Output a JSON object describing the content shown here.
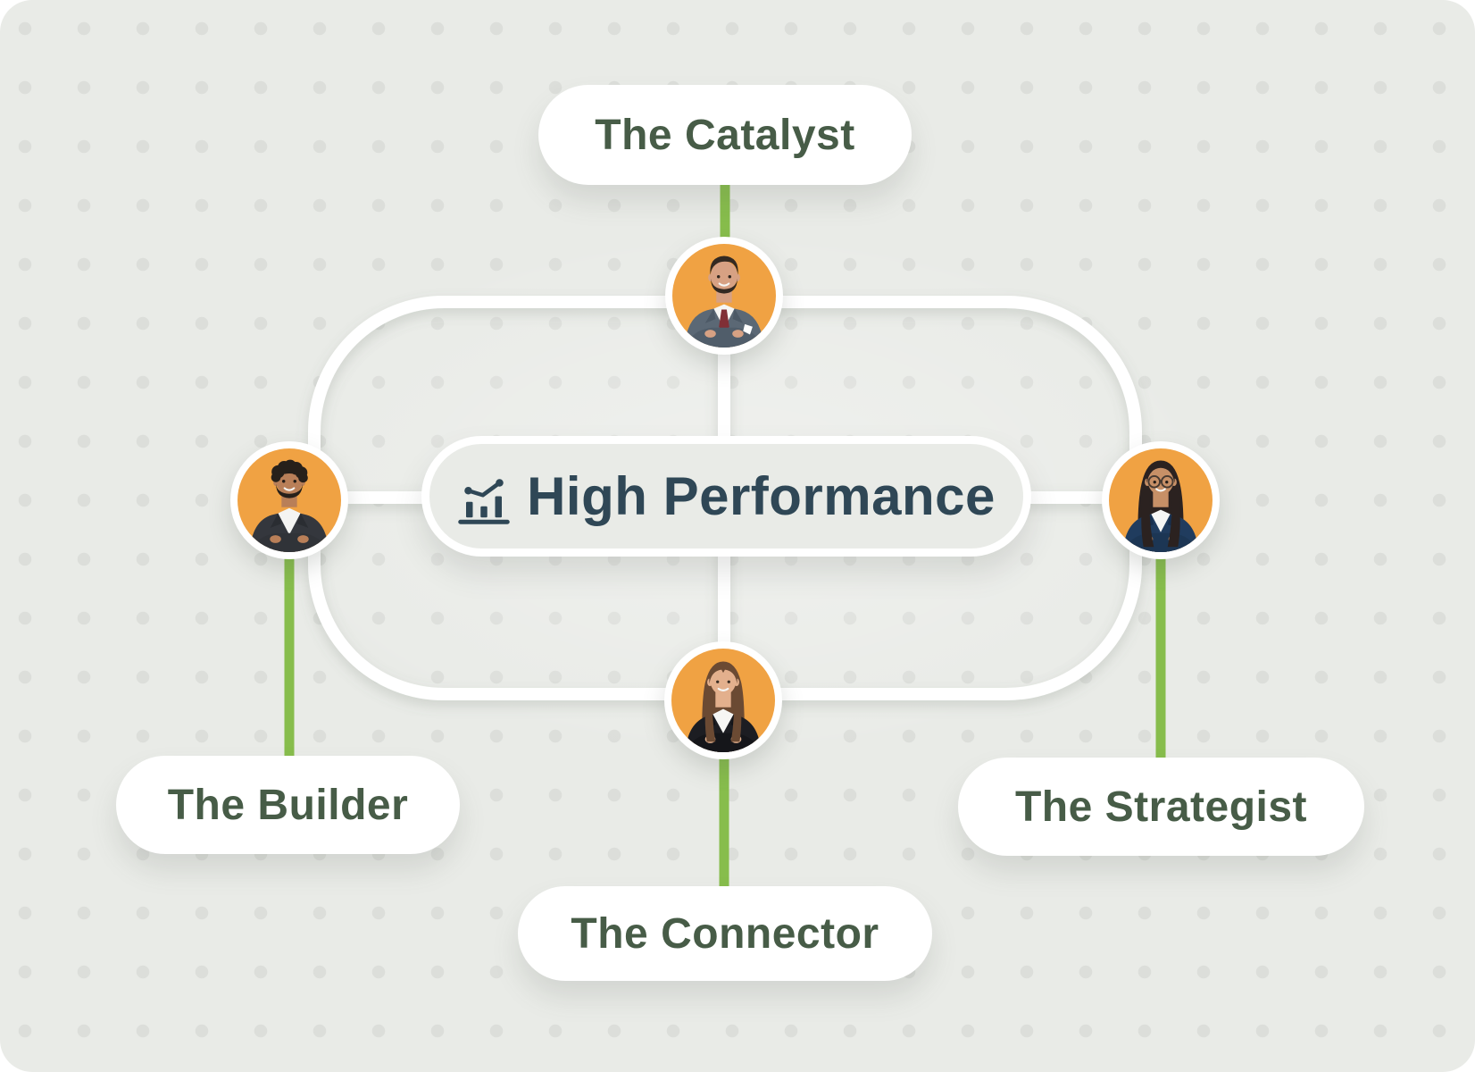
{
  "diagram": {
    "center": {
      "label": "High Performance",
      "icon": "combo-chart-icon"
    },
    "nodes": [
      {
        "id": "catalyst",
        "label": "The Catalyst",
        "position": "top"
      },
      {
        "id": "builder",
        "label": "The Builder",
        "position": "left"
      },
      {
        "id": "strategist",
        "label": "The Strategist",
        "position": "right"
      },
      {
        "id": "connector",
        "label": "The Connector",
        "position": "bottom"
      }
    ],
    "avatars": [
      {
        "id": "catalyst",
        "description": "man with beard, gray-blue suit, dark red tie, arms crossed"
      },
      {
        "id": "builder",
        "description": "man with curly dark hair, charcoal suit, arms crossed"
      },
      {
        "id": "strategist",
        "description": "woman with glasses, long dark hair, navy blazer, arms crossed"
      },
      {
        "id": "connector",
        "description": "woman with straight brown hair, black suit, arms crossed"
      }
    ]
  },
  "colors": {
    "canvas_bg": "#e9ebe7",
    "dot": "#dcdeda",
    "line_green": "#87bd4c",
    "track_white": "#ffffff",
    "label_text": "#475c47",
    "center_text": "#2f4756",
    "avatar_bg": "#f0a243",
    "pill_bg": "#ffffff"
  }
}
